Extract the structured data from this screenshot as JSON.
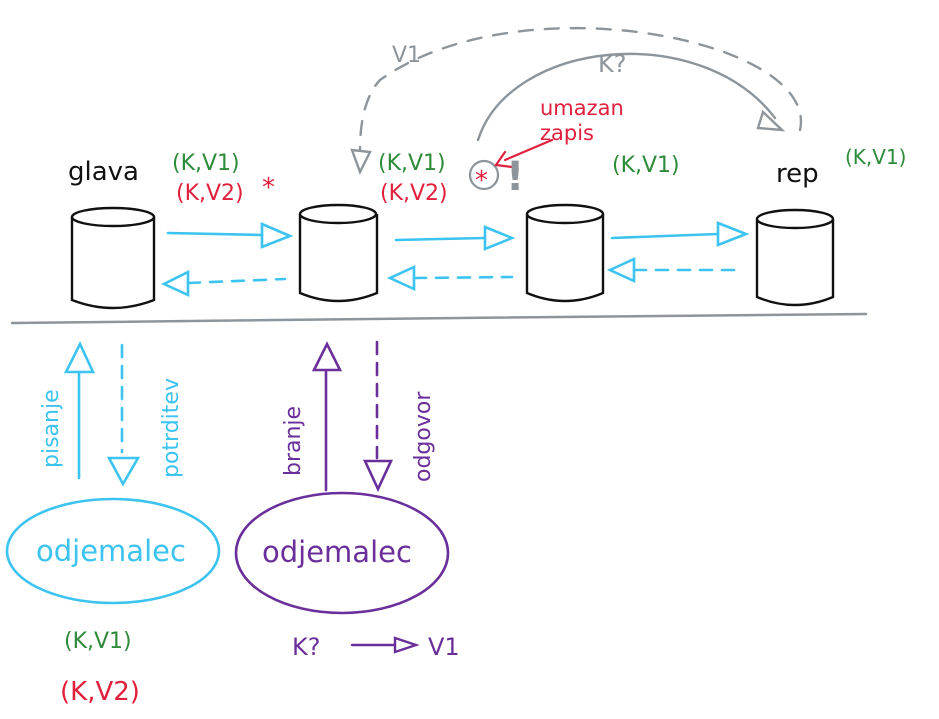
{
  "colors": {
    "black": "#111111",
    "green": "#2e8b3a",
    "red": "#e0203c",
    "blue": "#3cc3ef",
    "purple": "#6a2f9a",
    "gray": "#8d959b"
  },
  "chain": {
    "head_label": "glava",
    "tail_label": "rep",
    "head_kv1": "(K,V1)",
    "head_kv2": "(K,V2)",
    "head_star": "*",
    "node2_kv1": "(K,V1)",
    "node2_kv2": "(K,V2)",
    "node3_kv1": "(K,V1)",
    "tail_kv1": "(K,V1)"
  },
  "annotations": {
    "dirty_label_line1": "umazan",
    "dirty_label_line2": "zapis",
    "dirty_star": "*",
    "exclamation": "!",
    "query_label": "K?",
    "return_label": "V1"
  },
  "clients": {
    "writer": {
      "name": "odjemalec",
      "write_label": "pisanje",
      "ack_label": "potrditev",
      "kv1": "(K,V1)",
      "kv2": "(K,V2)"
    },
    "reader": {
      "name": "odjemalec",
      "read_label": "branje",
      "answer_label": "odgovor",
      "query": "K?",
      "result": "V1"
    }
  }
}
